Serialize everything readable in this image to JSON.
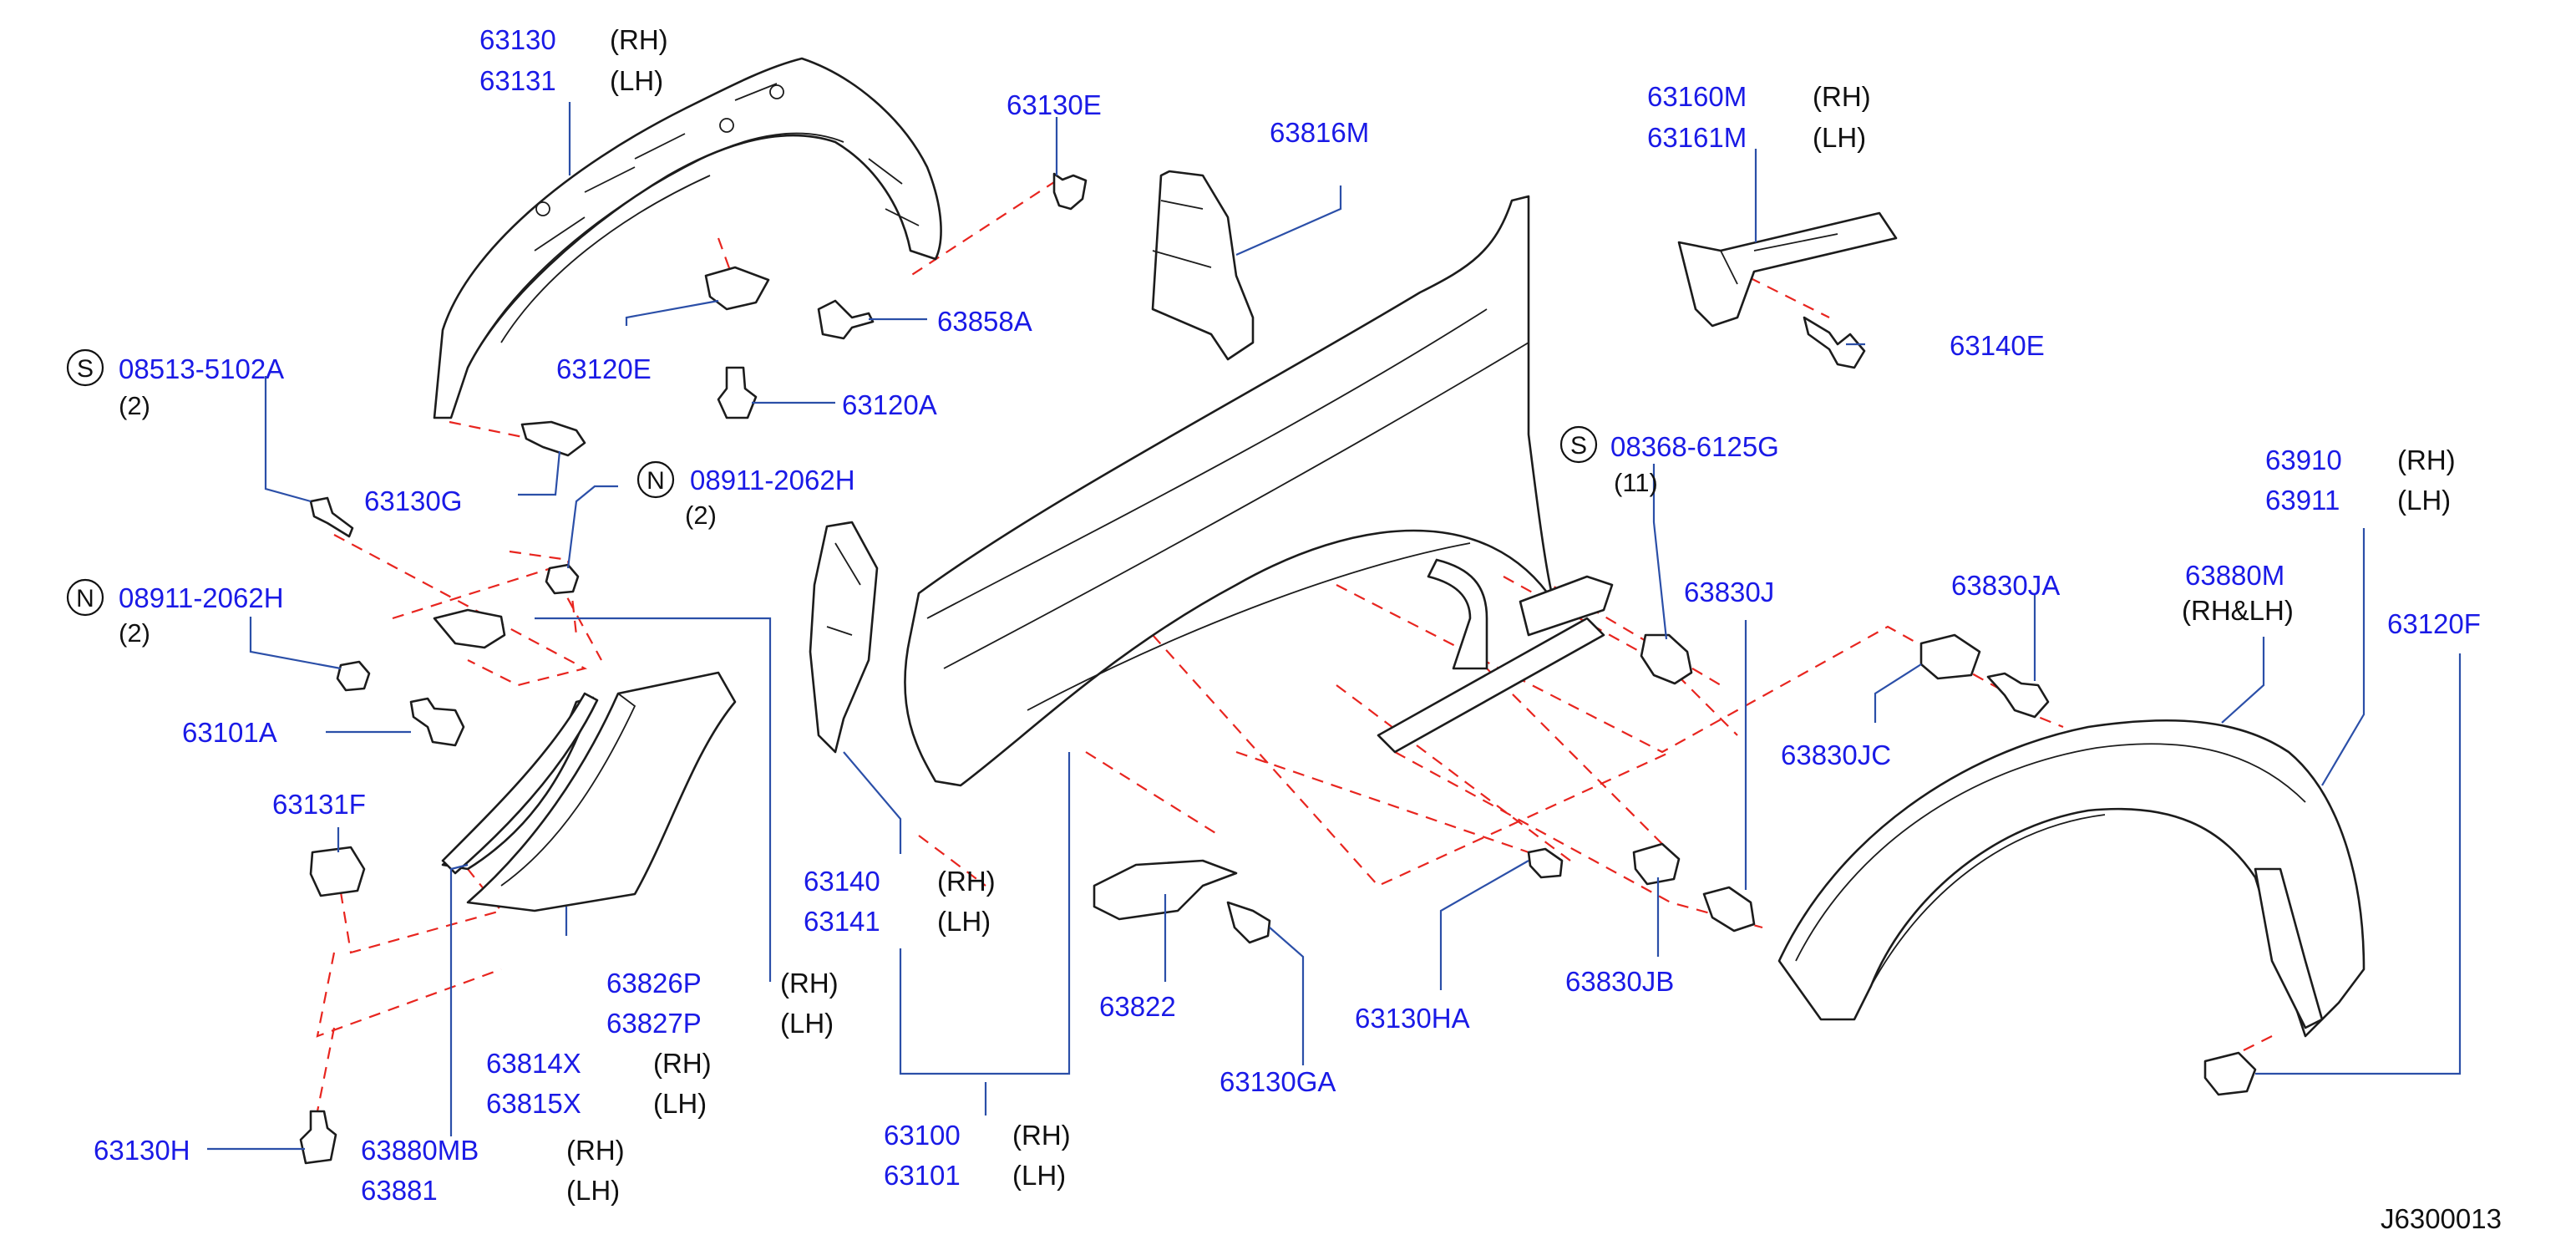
{
  "labels": {
    "p63130": "63130",
    "p63130_side": "(RH)",
    "p63131": "63131",
    "p63131_side": "(LH)",
    "p63130E": "63130E",
    "p63816M": "63816M",
    "p63160M": "63160M",
    "p63160M_side": "(RH)",
    "p63161M": "63161M",
    "p63161M_side": "(LH)",
    "p63140E": "63140E",
    "p63858A": "63858A",
    "p63120E": "63120E",
    "p63120A": "63120A",
    "s08513_letter": "S",
    "s08513": "08513-5102A",
    "s08513_qty": "(2)",
    "p63130G": "63130G",
    "n08911a_letter": "N",
    "n08911a": "08911-2062H",
    "n08911a_qty": "(2)",
    "n08911b_letter": "N",
    "n08911b": "08911-2062H",
    "n08911b_qty": "(2)",
    "s08368_letter": "S",
    "s08368": "08368-6125G",
    "s08368_qty": "(11)",
    "p63910": "63910",
    "p63910_side": "(RH)",
    "p63911": "63911",
    "p63911_side": "(LH)",
    "p63830J": "63830J",
    "p63830JA": "63830JA",
    "p63880M": "63880M",
    "p63880M_side": "(RH&LH)",
    "p63120F": "63120F",
    "p63101A": "63101A",
    "p63131F": "63131F",
    "p63830JC": "63830JC",
    "p63140": "63140",
    "p63140_side": "(RH)",
    "p63141": "63141",
    "p63141_side": "(LH)",
    "p63826P": "63826P",
    "p63826P_side": "(RH)",
    "p63827P": "63827P",
    "p63827P_side": "(LH)",
    "p63814X": "63814X",
    "p63814X_side": "(RH)",
    "p63815X": "63815X",
    "p63815X_side": "(LH)",
    "p63822": "63822",
    "p63130HA": "63130HA",
    "p63830JB": "63830JB",
    "p63130GA": "63130GA",
    "p63130H": "63130H",
    "p63880MB": "63880MB",
    "p63880MB_side": "(RH)",
    "p63881": "63881",
    "p63881_side": "(LH)",
    "p63100": "63100",
    "p63100_side": "(RH)",
    "p63101": "63101",
    "p63101_side": "(LH)",
    "diagram_id": "J6300013"
  },
  "colors": {
    "part_number": "#1a1ae6",
    "leader_line": "#2b4fa8",
    "assembly_dash": "#e8251f",
    "outline": "#1c1c1c"
  }
}
